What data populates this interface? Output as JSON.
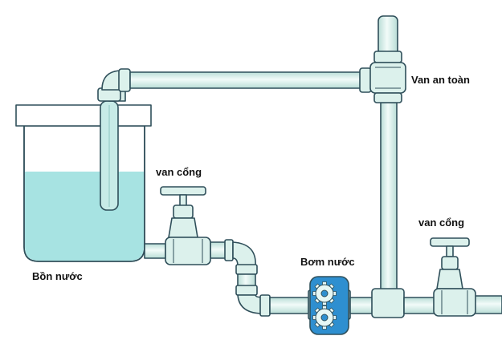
{
  "labels": {
    "tank": "Bồn nước",
    "gate_valve_left": "van cổng",
    "gate_valve_right": "van cổng",
    "safety_valve": "Van an toàn",
    "pump": "Bơm nước"
  },
  "colors": {
    "pipe_fill": "#dcf1ec",
    "pipe_outline": "#2f4f5a",
    "water": "#a7e3e2",
    "pump_body": "#2e8fd0",
    "gear": "#e6f7f5",
    "label_text": "#111111"
  }
}
